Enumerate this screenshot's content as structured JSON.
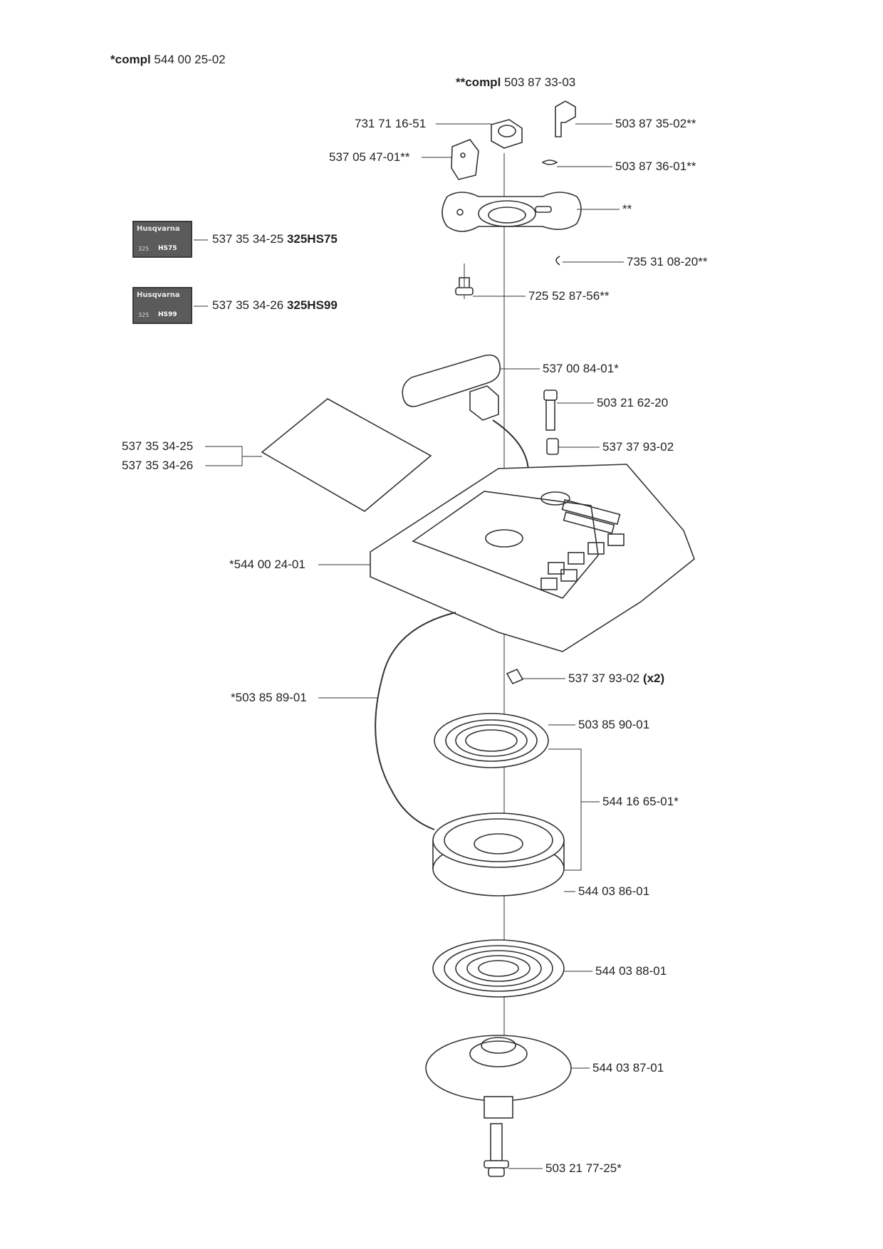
{
  "header": {
    "compl1_prefix": "*compl",
    "compl1_number": "544 00 25-02",
    "compl2_prefix": "**compl",
    "compl2_number": "503 87 33-03"
  },
  "decals": [
    {
      "part": "537 35 34-25",
      "model": "325HS75",
      "brand": "Husqvarna",
      "num": "325",
      "badge": "HS75"
    },
    {
      "part": "537 35 34-26",
      "model": "325HS99",
      "brand": "Husqvarna",
      "num": "325",
      "badge": "HS99"
    }
  ],
  "labels": {
    "nut": "731 71 16-51",
    "knob": "537 05 47-01**",
    "lever": "503 87 35-02**",
    "spring_small": "503 87 36-01**",
    "bracket": "**",
    "circlip": "735 31 08-20**",
    "screw_small": "725 52 87-56**",
    "handle": "537 00 84-01*",
    "screw_top": "503 21 62-20",
    "sleeve_top": "537 37 93-02",
    "decal_a": "537 35 34-25",
    "decal_b": "537 35 34-26",
    "housing": "*544 00 24-01",
    "sleeve_x2_num": "537 37 93-02",
    "sleeve_x2_qty": "(x2)",
    "rope": "*503 85 89-01",
    "spring_cassette": "503 85 90-01",
    "pulley_assy": "544 16 65-01*",
    "pulley": "544 03 86-01",
    "spring_main": "544 03 88-01",
    "hub": "544 03 87-01",
    "screw_bottom": "503 21 77-25*"
  }
}
